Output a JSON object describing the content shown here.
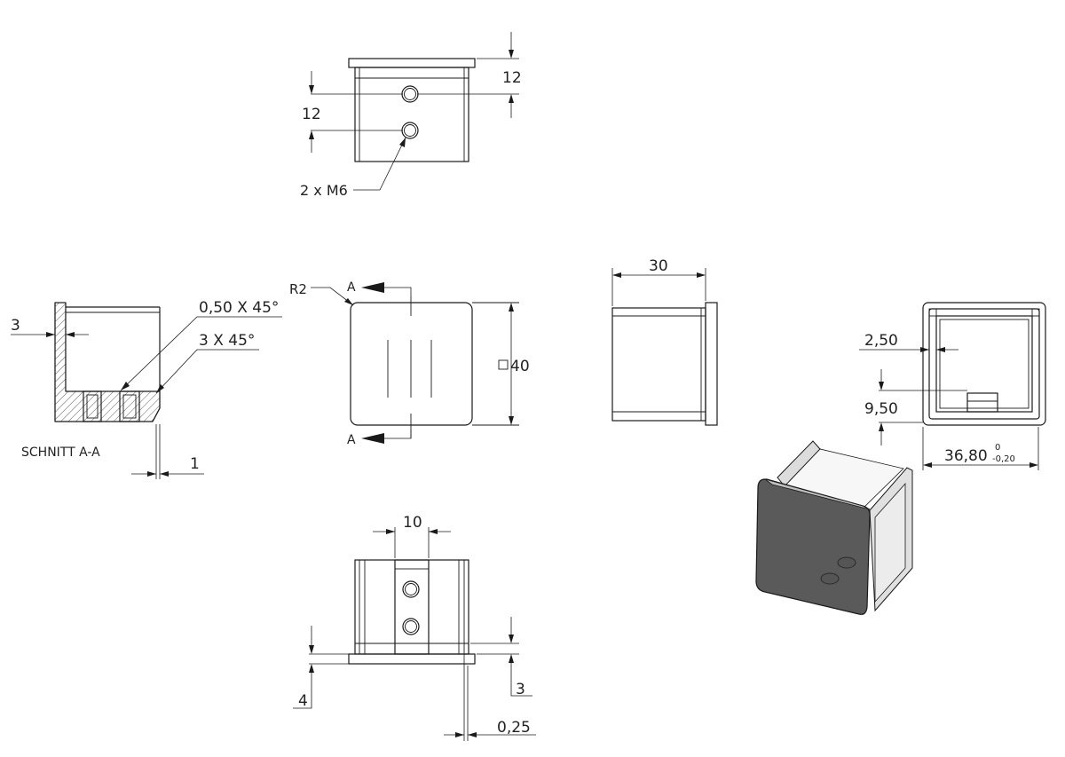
{
  "dimensions": {
    "top_12_right": "12",
    "top_12_left": "12",
    "thread_callout": "2 x M6",
    "section_3": "3",
    "chamfer_small": "0,50 X 45°",
    "chamfer_large": "3 X 45°",
    "section_title": "SCHNITT A-A",
    "section_1": "1",
    "radius": "R2",
    "section_mark_top": "A",
    "section_mark_bottom": "A",
    "square_size": "40",
    "width_30": "30",
    "wall_2_50": "2,50",
    "slot_9_50": "9,50",
    "outer_36_80": "36,80",
    "tol_upper": "0",
    "tol_lower": "-0,20",
    "bottom_10": "10",
    "bottom_4": "4",
    "bottom_3": "3",
    "bottom_0_25": "0,25"
  },
  "colors": {
    "line": "#1a1a1a",
    "iso_face": "#5a5a5a",
    "iso_side": "#e8e8e8"
  }
}
